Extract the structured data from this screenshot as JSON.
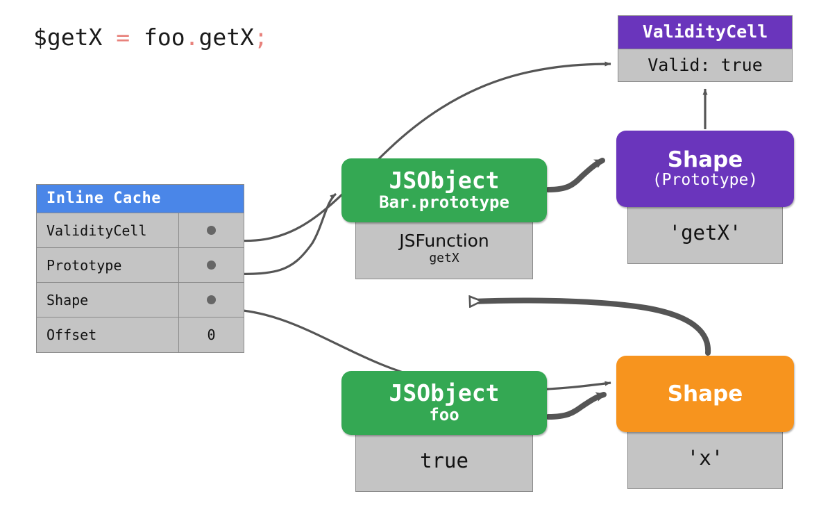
{
  "code": {
    "tokens": [
      {
        "text": "$getX ",
        "kind": "plain"
      },
      {
        "text": "=",
        "kind": "punct"
      },
      {
        "text": " foo",
        "kind": "plain"
      },
      {
        "text": ".",
        "kind": "punct"
      },
      {
        "text": "getX",
        "kind": "plain"
      },
      {
        "text": ";",
        "kind": "punct"
      }
    ],
    "full": "$getX = foo.getX;"
  },
  "inline_cache": {
    "title": "Inline Cache",
    "header_color": "#4a86e8",
    "rows": [
      {
        "key": "ValidityCell",
        "value": "",
        "is_pointer": true
      },
      {
        "key": "Prototype",
        "value": "",
        "is_pointer": true
      },
      {
        "key": "Shape",
        "value": "",
        "is_pointer": true
      },
      {
        "key": "Offset",
        "value": "0",
        "is_pointer": false
      }
    ]
  },
  "nodes": {
    "validitycell": {
      "title": "ValidityCell",
      "subtitle": "",
      "body_line1": "Valid: true",
      "body_line2": "",
      "color": "#6a35bc"
    },
    "shape_prototype": {
      "title": "Shape",
      "subtitle": "(Prototype)",
      "body_line1": "'getX'",
      "body_line2": "",
      "color": "#6a35bc"
    },
    "shape": {
      "title": "Shape",
      "subtitle": "",
      "body_line1": "'x'",
      "body_line2": "",
      "color": "#f7941e"
    },
    "jsobject_barprototype": {
      "title": "JSObject",
      "subtitle": "Bar.prototype",
      "body_line1": "JSFunction",
      "body_line2": "getX",
      "color": "#34a853"
    },
    "jsobject_foo": {
      "title": "JSObject",
      "subtitle": "foo",
      "body_line1": "true",
      "body_line2": "",
      "color": "#34a853"
    }
  },
  "edges": [
    {
      "name": "ic-validitycell-to-validitycell",
      "from": "inline-cache.ValidityCell",
      "to": "validitycell",
      "style": "thin"
    },
    {
      "name": "ic-prototype-to-jsobject-barprototype",
      "from": "inline-cache.Prototype",
      "to": "jsobject_barprototype",
      "style": "thin"
    },
    {
      "name": "ic-shape-to-shape",
      "from": "inline-cache.Shape",
      "to": "shape",
      "style": "thin"
    },
    {
      "name": "jsobject-barprototype-to-shape-prototype",
      "from": "jsobject_barprototype",
      "to": "shape_prototype",
      "style": "thick"
    },
    {
      "name": "shape-prototype-to-validitycell",
      "from": "shape_prototype",
      "to": "validitycell",
      "style": "thin"
    },
    {
      "name": "jsobject-foo-to-shape",
      "from": "jsobject_foo",
      "to": "shape",
      "style": "thick"
    },
    {
      "name": "shape-to-jsobject-barprototype-proto",
      "from": "shape",
      "to": "jsobject_barprototype",
      "style": "thick-hollow"
    }
  ],
  "palette": {
    "blue": "#4a86e8",
    "green": "#34a853",
    "purple": "#6a35bc",
    "orange": "#f7941e",
    "gray_body": "#c4c4c4",
    "gray_border": "#8a8a8a",
    "arrow": "#555555",
    "code_punct": "#e8827c",
    "background": "#ffffff"
  }
}
